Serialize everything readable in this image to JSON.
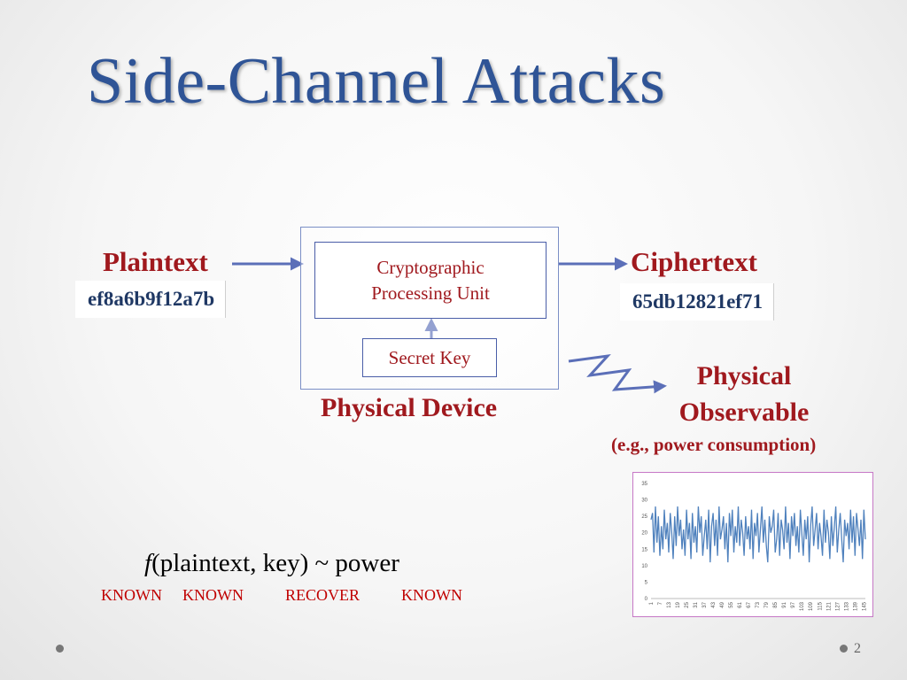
{
  "title": "Side-Channel Attacks",
  "diagram": {
    "plaintext_label": "Plaintext",
    "plaintext_value": "ef8a6b9f12a7b",
    "ciphertext_label": "Ciphertext",
    "ciphertext_value": "65db12821ef71",
    "cpu_line1": "Cryptographic",
    "cpu_line2": "Processing Unit",
    "secret_key": "Secret Key",
    "device_label": "Physical Device",
    "observable_line1": "Physical",
    "observable_line2": "Observable",
    "observable_note": "(e.g., power consumption)",
    "arrow_color": "#5b6fb8",
    "label_color": "#a0191e"
  },
  "formula": {
    "func": "f",
    "rest": "(plaintext, key) ~ power",
    "labels": [
      "KNOWN",
      "KNOWN",
      "RECOVER",
      "KNOWN"
    ]
  },
  "chart_data": {
    "type": "line",
    "ylim": [
      0,
      35
    ],
    "yticks": [
      0,
      5,
      10,
      15,
      20,
      25,
      30,
      35
    ],
    "xticks": [
      1,
      7,
      13,
      19,
      25,
      31,
      37,
      43,
      49,
      55,
      61,
      67,
      73,
      79,
      85,
      91,
      97,
      103,
      109,
      115,
      121,
      127,
      133,
      139,
      145
    ],
    "series": [
      {
        "color": "#4f81bd",
        "values": [
          24,
          26,
          14,
          28,
          17,
          25,
          13,
          22,
          15,
          27,
          18,
          23,
          14,
          26,
          20,
          12,
          25,
          16,
          28,
          19,
          24,
          15,
          21,
          13,
          27,
          18,
          23,
          12,
          26,
          17,
          22,
          14,
          28,
          20,
          25,
          13,
          19,
          24,
          15,
          27,
          11,
          22,
          26,
          16,
          24,
          13,
          28,
          18,
          21,
          25,
          15,
          23,
          11,
          26,
          19,
          27,
          14,
          22,
          17,
          28,
          16,
          24,
          20,
          13,
          25,
          18,
          22,
          15,
          27,
          12,
          23,
          19,
          26,
          14,
          21,
          28,
          17,
          24,
          16,
          11,
          25,
          20,
          22,
          27,
          14,
          18,
          26,
          13,
          24,
          21,
          15,
          28,
          17,
          23,
          12,
          25,
          19,
          26,
          16,
          22,
          14,
          27,
          20,
          13,
          24,
          18,
          25,
          11,
          22,
          28,
          16,
          21,
          26,
          15,
          23,
          19,
          13,
          27,
          17,
          24,
          20,
          12,
          25,
          16,
          22,
          28,
          14,
          21,
          26,
          18,
          11,
          24,
          19,
          23,
          15,
          27,
          17,
          25,
          13,
          26,
          21,
          16,
          24,
          12,
          27,
          18
        ]
      }
    ]
  },
  "page_number": "2"
}
